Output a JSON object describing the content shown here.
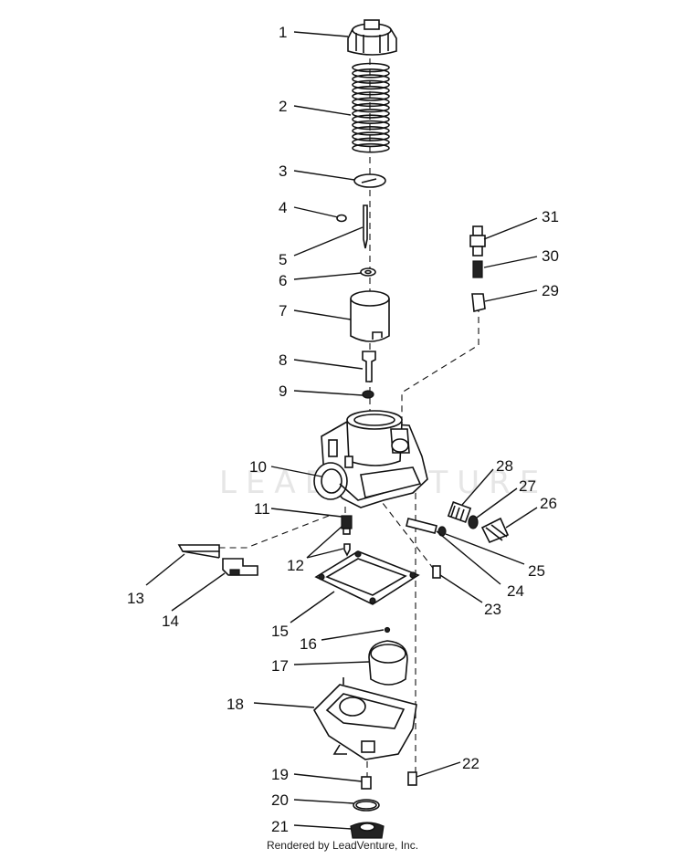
{
  "callouts": [
    {
      "n": "1"
    },
    {
      "n": "2"
    },
    {
      "n": "3"
    },
    {
      "n": "4"
    },
    {
      "n": "5"
    },
    {
      "n": "6"
    },
    {
      "n": "7"
    },
    {
      "n": "8"
    },
    {
      "n": "9"
    },
    {
      "n": "10"
    },
    {
      "n": "11"
    },
    {
      "n": "12"
    },
    {
      "n": "13"
    },
    {
      "n": "14"
    },
    {
      "n": "15"
    },
    {
      "n": "16"
    },
    {
      "n": "17"
    },
    {
      "n": "18"
    },
    {
      "n": "19"
    },
    {
      "n": "20"
    },
    {
      "n": "21"
    },
    {
      "n": "22"
    },
    {
      "n": "23"
    },
    {
      "n": "24"
    },
    {
      "n": "25"
    },
    {
      "n": "26"
    },
    {
      "n": "27"
    },
    {
      "n": "28"
    },
    {
      "n": "29"
    },
    {
      "n": "30"
    },
    {
      "n": "31"
    }
  ],
  "watermark": "LEADVENTURE",
  "footer": "Rendered by LeadVenture, Inc.",
  "colors": {
    "ink": "#111111",
    "watermark": "#e6e6e6",
    "background": "#ffffff"
  }
}
